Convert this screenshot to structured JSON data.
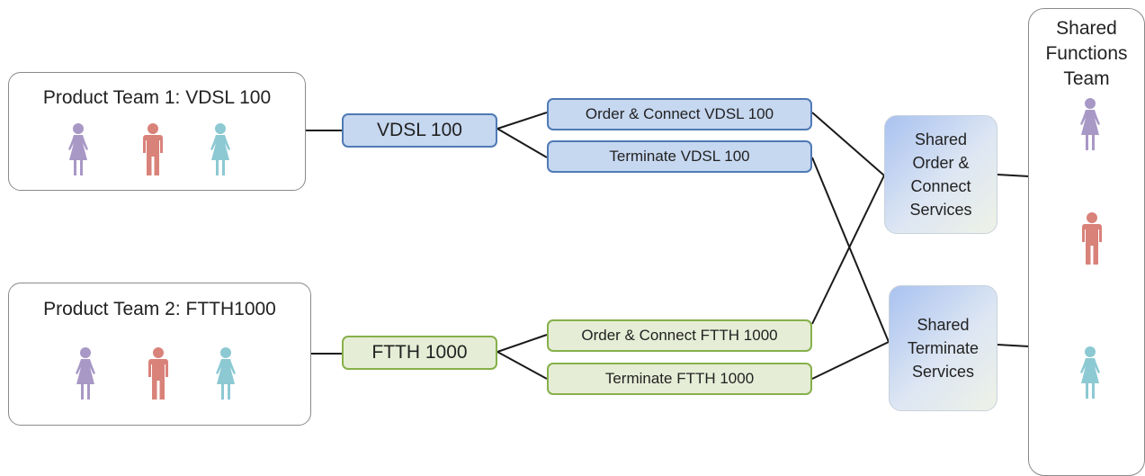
{
  "team1": {
    "title": "Product Team 1: VDSL 100"
  },
  "team2": {
    "title": "Product Team 2: FTTH1000"
  },
  "vdsl_label": "VDSL 100",
  "ftth_label": "FTTH 1000",
  "flows": {
    "order_vdsl": "Order & Connect VDSL 100",
    "term_vdsl": "Terminate VDSL 100",
    "order_ftth": "Order & Connect FTTH 1000",
    "term_ftth": "Terminate FTTH 1000"
  },
  "services": {
    "order_connect": "Shared\nOrder &\nConnect\nServices",
    "terminate": "Shared\nTerminate\nServices"
  },
  "shared_team": {
    "title": "Shared\nFunctions\nTeam"
  },
  "colors": {
    "purple": "#a898c6",
    "red": "#d9827a",
    "teal": "#8cc9d3",
    "blue_border": "#4f7ab5",
    "green_border": "#86b04a"
  }
}
